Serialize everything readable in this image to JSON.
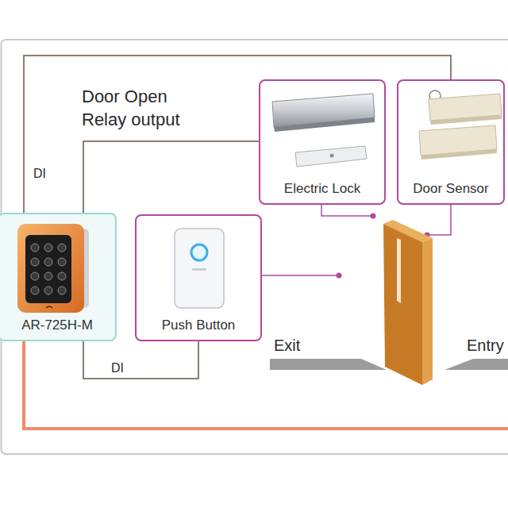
{
  "diagram": {
    "nodes": [
      {
        "text": [
          "AR-725H-M"
        ]
      },
      {
        "text": [
          "Electric Lock"
        ]
      },
      {
        "text": [
          "Door Sensor"
        ]
      },
      {
        "text": [
          "Push Button"
        ]
      }
    ],
    "edges": [
      {
        "from": 0,
        "to": 1,
        "arrow": "none"
      },
      {
        "from": 0,
        "to": 2,
        "arrow": "none"
      },
      {
        "from": 0,
        "to": 3,
        "arrow": "none"
      }
    ],
    "labels": [
      "Door Open Relay output",
      "DI",
      "DI",
      "Exit",
      "Entry"
    ]
  }
}
